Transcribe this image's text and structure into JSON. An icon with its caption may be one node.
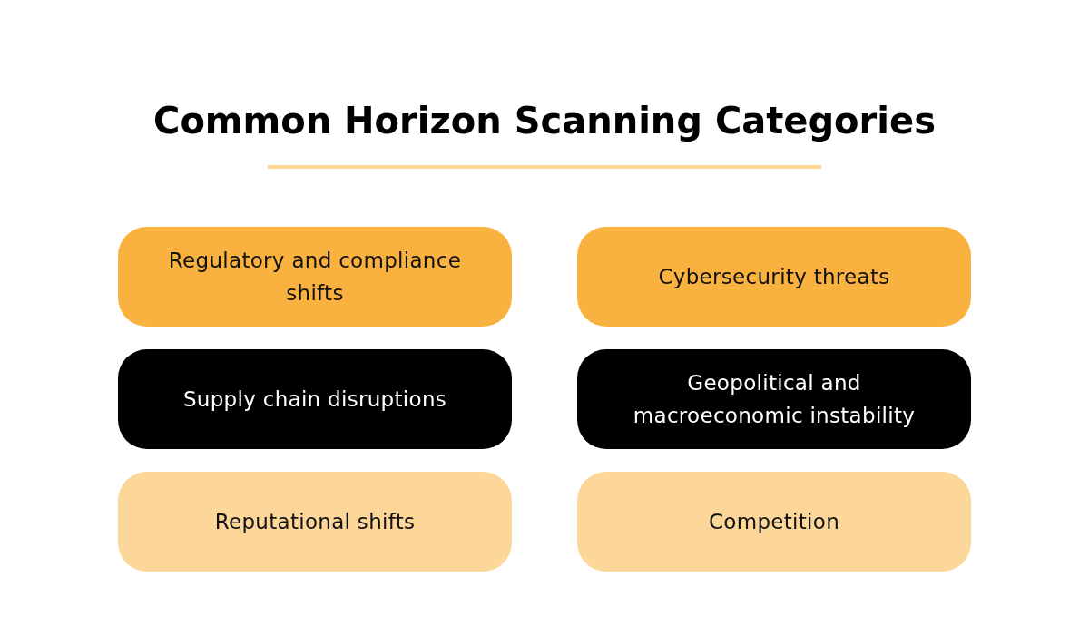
{
  "diagram": {
    "title": "Common Horizon Scanning Categories",
    "nodes": [
      {
        "text": [
          "Regulatory and compliance shifts"
        ]
      },
      {
        "text": [
          "Cybersecurity threats"
        ]
      },
      {
        "text": [
          "Supply chain disruptions"
        ]
      },
      {
        "text": [
          "Geopolitical and macroeconomic instability"
        ]
      },
      {
        "text": [
          "Reputational shifts"
        ]
      },
      {
        "text": [
          "Competition"
        ]
      }
    ]
  }
}
